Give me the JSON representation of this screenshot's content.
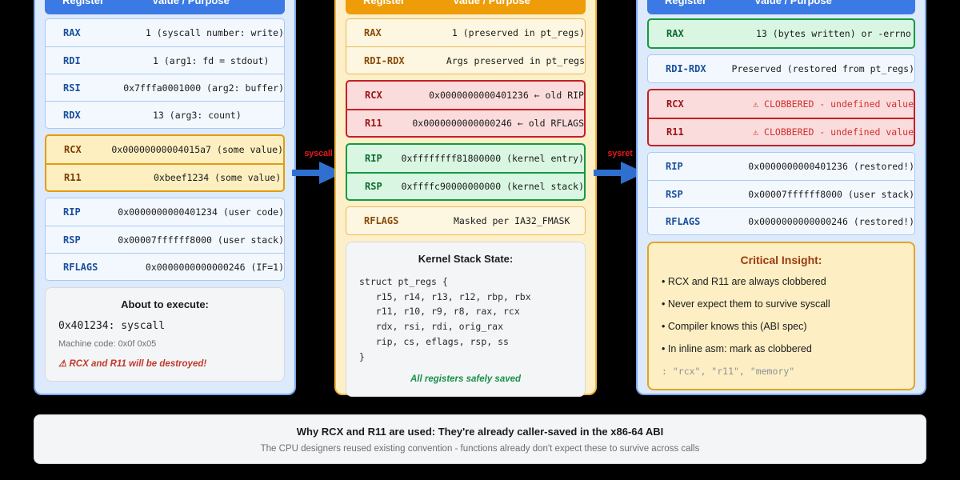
{
  "colors": {
    "background": "#000000",
    "panel_blue_bg": "#ddeafc",
    "panel_blue_border": "#7aa9ee",
    "panel_amber_bg": "#fdefc8",
    "panel_amber_border": "#eeb83c",
    "header_blue": "#3b7ae4",
    "header_amber": "#ef9c09",
    "danger_red": "#c42026",
    "ok_green": "#139a40",
    "arrow_blue": "#2f6fd0",
    "arrow_label_red": "#e01b1b"
  },
  "panels": [
    {
      "id": "before-syscall",
      "theme": "blue",
      "table": {
        "headers": {
          "register": "Register",
          "value": "Value / Purpose"
        },
        "groups": [
          {
            "style": "plain-blue",
            "rows": [
              {
                "register": "RAX",
                "value": "1 (syscall number: write)"
              },
              {
                "register": "RDI",
                "value": "1 (arg1: fd = stdout)"
              },
              {
                "register": "RSI",
                "value": "0x7fffa0001000 (arg2: buffer)"
              },
              {
                "register": "RDX",
                "value": "13 (arg3: count)"
              }
            ]
          },
          {
            "style": "warn-amber",
            "rows": [
              {
                "register": "RCX",
                "value": "0x00000000004015a7 (some value)"
              },
              {
                "register": "R11",
                "value": "0xbeef1234 (some value)"
              }
            ]
          },
          {
            "style": "plain-blue",
            "rows": [
              {
                "register": "RIP",
                "value": "0x0000000000401234 (user code)"
              },
              {
                "register": "RSP",
                "value": "0x00007ffffff8000 (user stack)"
              },
              {
                "register": "RFLAGS",
                "value": "0x0000000000000246 (IF=1)"
              }
            ]
          }
        ]
      },
      "box": {
        "style": "grey",
        "title": "About to execute:",
        "code_line": "0x401234: syscall",
        "sub_note": "Machine code: 0x0f 0x05",
        "warn_note": "⚠ RCX and R11 will be destroyed!"
      }
    },
    {
      "id": "in-kernel",
      "theme": "amber",
      "table": {
        "headers": {
          "register": "Register",
          "value": "Value / Purpose"
        },
        "groups": [
          {
            "style": "plain-amber",
            "rows": [
              {
                "register": "RAX",
                "value": "1 (preserved in pt_regs)"
              },
              {
                "register": "RDI-RDX",
                "value": "Args preserved in pt_regs"
              }
            ]
          },
          {
            "style": "danger",
            "rows": [
              {
                "register": "RCX",
                "value": "0x0000000000401236 ← old RIP"
              },
              {
                "register": "R11",
                "value": "0x0000000000000246 ← old RFLAGS"
              }
            ]
          },
          {
            "style": "ok",
            "rows": [
              {
                "register": "RIP",
                "value": "0xffffffff81800000 (kernel entry)"
              },
              {
                "register": "RSP",
                "value": "0xffffc90000000000 (kernel stack)"
              }
            ]
          },
          {
            "style": "plain-amber",
            "rows": [
              {
                "register": "RFLAGS",
                "value": "Masked per IA32_FMASK"
              }
            ]
          }
        ]
      },
      "box": {
        "style": "grey",
        "title": "Kernel Stack State:",
        "code": "struct pt_regs {\n   r15, r14, r13, r12, rbp, rbx\n   r11, r10, r9, r8, rax, rcx\n   rdx, rsi, rdi, orig_rax\n   rip, cs, eflags, rsp, ss\n}",
        "code_ok": "All registers safely saved"
      }
    },
    {
      "id": "after-sysret",
      "theme": "blue",
      "table": {
        "headers": {
          "register": "Register",
          "value": "Value / Purpose"
        },
        "groups": [
          {
            "style": "ok-single",
            "rows": [
              {
                "register": "RAX",
                "value": "13 (bytes written) or -errno"
              }
            ]
          },
          {
            "style": "plain-blue",
            "rows": [
              {
                "register": "RDI-RDX",
                "value": "Preserved (restored from pt_regs)"
              }
            ]
          },
          {
            "style": "danger",
            "rows": [
              {
                "register": "RCX",
                "value": "⚠ CLOBBERED - undefined value",
                "danger": true
              },
              {
                "register": "R11",
                "value": "⚠ CLOBBERED - undefined value",
                "danger": true
              }
            ]
          },
          {
            "style": "plain-blue",
            "rows": [
              {
                "register": "RIP",
                "value": "0x0000000000401236 (restored!)"
              },
              {
                "register": "RSP",
                "value": "0x00007ffffff8000 (user stack)"
              },
              {
                "register": "RFLAGS",
                "value": "0x0000000000000246 (restored!)"
              }
            ]
          }
        ]
      },
      "box": {
        "style": "amber",
        "title": "Critical Insight:",
        "bullets": [
          "• RCX and R11 are always clobbered",
          "• Never expect them to survive syscall",
          "• Compiler knows this (ABI spec)",
          "• In inline asm: mark as clobbered"
        ],
        "asm_note": ": \"rcx\", \"r11\", \"memory\""
      }
    }
  ],
  "arrows": [
    {
      "id": "syscall-arrow",
      "label": "syscall"
    },
    {
      "id": "sysret-arrow",
      "label": "sysret"
    }
  ],
  "footer": {
    "title": "Why RCX and R11 are used: They're already caller-saved in the x86-64 ABI",
    "subtitle": "The CPU designers reused existing convention - functions already don't expect these to survive across calls"
  }
}
